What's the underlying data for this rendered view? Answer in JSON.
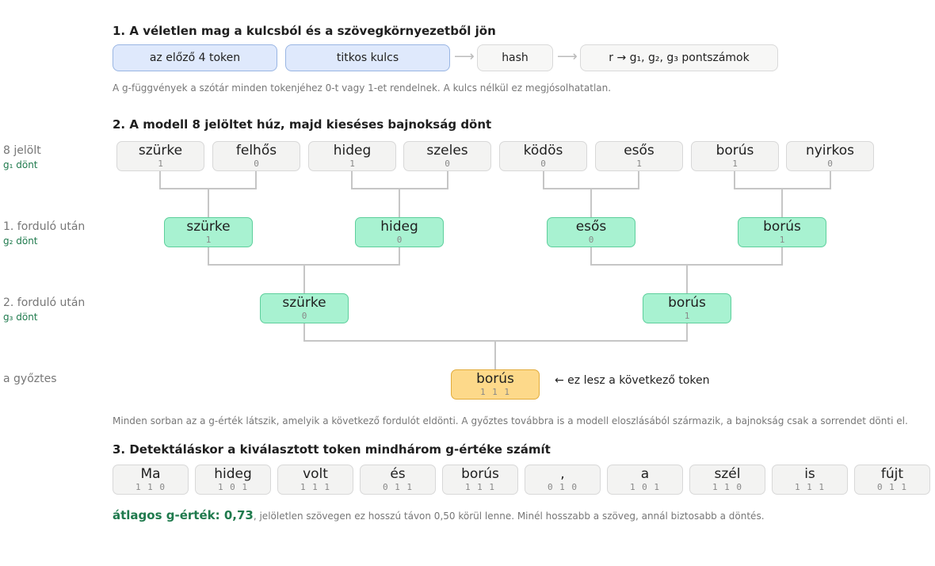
{
  "section1": {
    "heading": "1. A véletlen mag a kulcsból és a szövegkörnyezetből jön",
    "box_prev": "az előző 4 token",
    "box_key": "titkos kulcs",
    "box_hash": "hash",
    "box_result": "r  →  g₁, g₂, g₃ pontszámok",
    "note": "A g-függvények a szótár minden tokenjéhez 0-t vagy 1-et rendelnek. A kulcs nélkül ez megjósolhatatlan."
  },
  "section2": {
    "heading": "2. A modell 8 jelöltet húz, majd kieséses bajnokság dönt",
    "row_labels": [
      {
        "label": "8 jelölt",
        "sub": "g₁ dönt"
      },
      {
        "label": "1. forduló után",
        "sub": "g₂ dönt"
      },
      {
        "label": "2. forduló után",
        "sub": "g₃ dönt"
      },
      {
        "label": "a győztes",
        "sub": ""
      }
    ],
    "round0": [
      {
        "word": "szürke",
        "g": "1"
      },
      {
        "word": "felhős",
        "g": "0"
      },
      {
        "word": "hideg",
        "g": "1"
      },
      {
        "word": "szeles",
        "g": "0"
      },
      {
        "word": "ködös",
        "g": "0"
      },
      {
        "word": "esős",
        "g": "1"
      },
      {
        "word": "borús",
        "g": "1"
      },
      {
        "word": "nyirkos",
        "g": "0"
      }
    ],
    "round1": [
      {
        "word": "szürke",
        "g": "1"
      },
      {
        "word": "hideg",
        "g": "0"
      },
      {
        "word": "esős",
        "g": "0"
      },
      {
        "word": "borús",
        "g": "1"
      }
    ],
    "round2": [
      {
        "word": "szürke",
        "g": "0"
      },
      {
        "word": "borús",
        "g": "1"
      }
    ],
    "winner": {
      "word": "borús",
      "g": "1 1 1"
    },
    "winner_note": "← ez lesz a következő token",
    "note": "Minden sorban az a g-érték látszik, amelyik a következő fordulót eldönti. A győztes továbbra is a modell eloszlásából származik, a bajnokság csak a sorrendet dönti el."
  },
  "section3": {
    "heading": "3. Detektáláskor a kiválasztott token mindhárom g-értéke számít",
    "tokens": [
      {
        "word": "Ma",
        "g": "1 1 0"
      },
      {
        "word": "hideg",
        "g": "1 0 1"
      },
      {
        "word": "volt",
        "g": "1 1 1"
      },
      {
        "word": "és",
        "g": "0 1 1"
      },
      {
        "word": "borús",
        "g": "1 1 1"
      },
      {
        "word": ",",
        "g": "0 1 0"
      },
      {
        "word": "a",
        "g": "1 0 1"
      },
      {
        "word": "szél",
        "g": "1 1 0"
      },
      {
        "word": "is",
        "g": "1 1 1"
      },
      {
        "word": "fújt",
        "g": "0 1 1"
      }
    ],
    "avg_label": "átlagos g-érték: 0,73",
    "avg_note": ", jelöletlen szövegen ez hosszú távon 0,50 körül lenne. Minél hosszabb a szöveg, annál biztosabb a döntés."
  },
  "colors": {
    "green_fill": "#a8f2d1",
    "gold_fill": "#fdd98a",
    "blue_fill": "#dfe9fc",
    "accent_text": "#1f7a4d"
  }
}
